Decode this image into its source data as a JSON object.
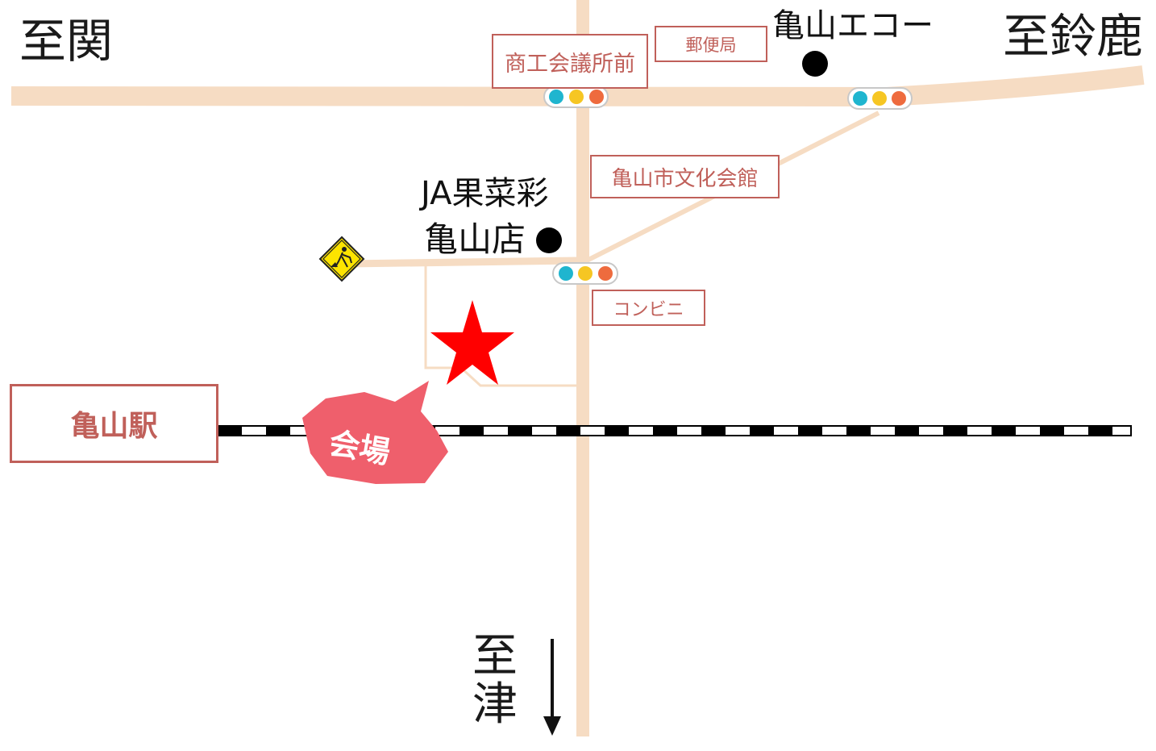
{
  "directions": {
    "west": "至関",
    "east": "至鈴鹿",
    "south_line1": "至",
    "south_line2": "津"
  },
  "labels": {
    "chamber": "商工会議所前",
    "post_office": "郵便局",
    "culture_hall": "亀山市文化会館",
    "convenience": "コンビニ"
  },
  "landmarks": {
    "echo": "亀山エコー",
    "ja_line1": "JA果菜彩",
    "ja_line2": "亀山店"
  },
  "station": "亀山駅",
  "venue": "会場",
  "icons": {
    "roadwork": "roadwork-warning-icon",
    "venue_marker": "star-icon",
    "traffic_light": "traffic-light-icon",
    "landmark_marker": "dot-icon"
  },
  "colors": {
    "road": "#f6dcc3",
    "label_border": "#c0605a",
    "venue_bubble": "#ef5f6c",
    "star": "#ff0000",
    "signal_blue": "#1fb5cf",
    "signal_yellow": "#f6c623",
    "signal_orange": "#ee6b3e",
    "roadwork_sign": "#fde400"
  }
}
